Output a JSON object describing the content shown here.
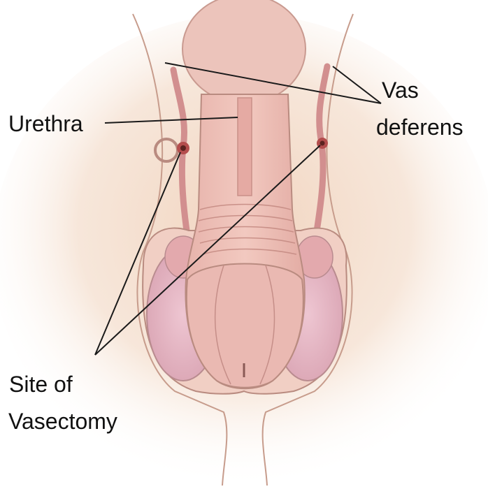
{
  "labels": {
    "urethra": "Urethra",
    "vas_deferens_line1": "Vas",
    "vas_deferens_line2": "deferens",
    "site_line1": "Site of",
    "site_line2": "Vasectomy"
  },
  "colors": {
    "background": "#ffffff",
    "skin_glow": "#f3dcc8",
    "tissue": "#efc3b9",
    "tissue_dark": "#d79d99",
    "outline": "#b98b80",
    "testis": "#e4b6c3",
    "leader_line": "#1a1a1a"
  }
}
